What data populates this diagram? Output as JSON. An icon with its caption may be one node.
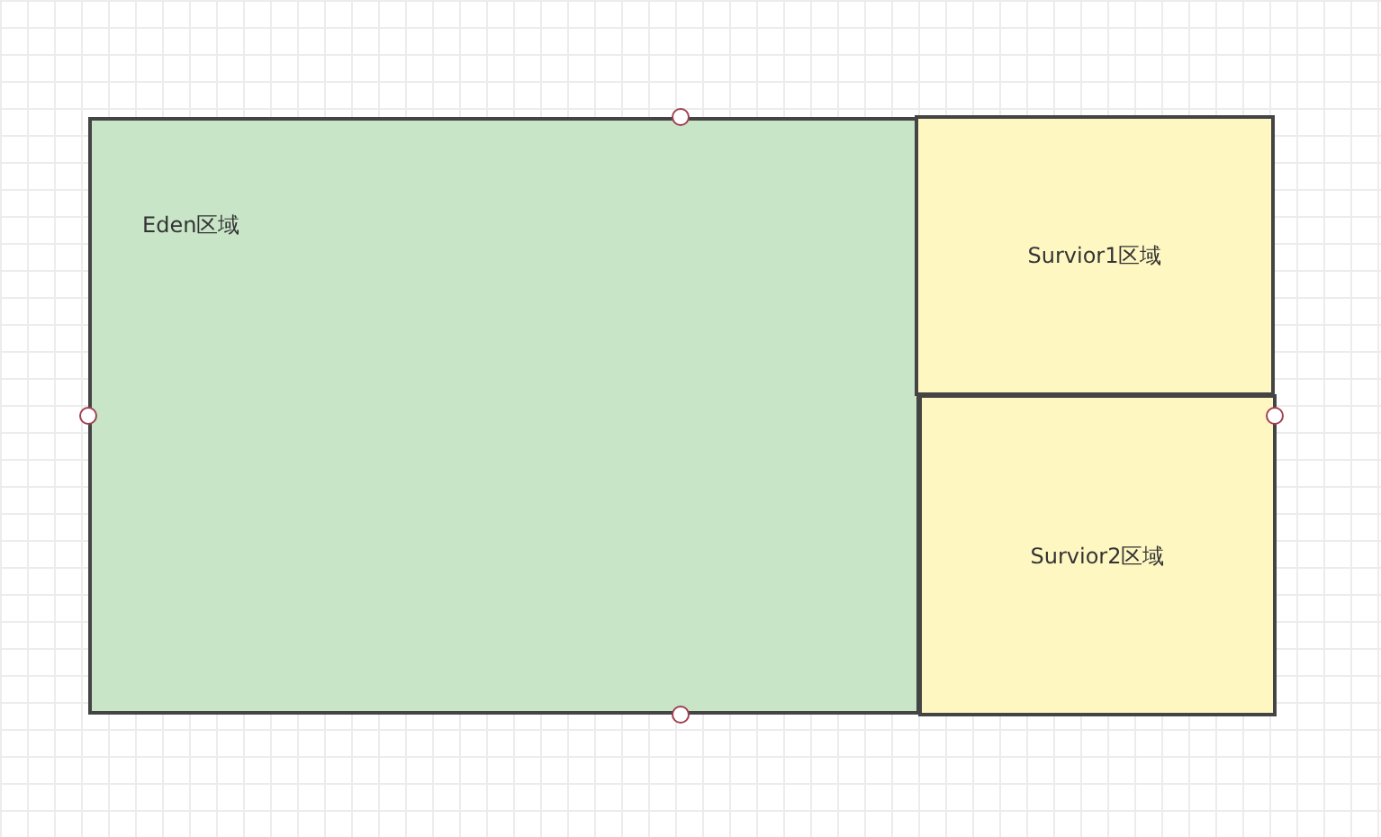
{
  "diagram": {
    "nodes": [
      {
        "text": [
          "Eden区域"
        ]
      },
      {
        "text": [
          "Survior1区域"
        ]
      },
      {
        "text": [
          "Survior2区域"
        ]
      }
    ]
  }
}
